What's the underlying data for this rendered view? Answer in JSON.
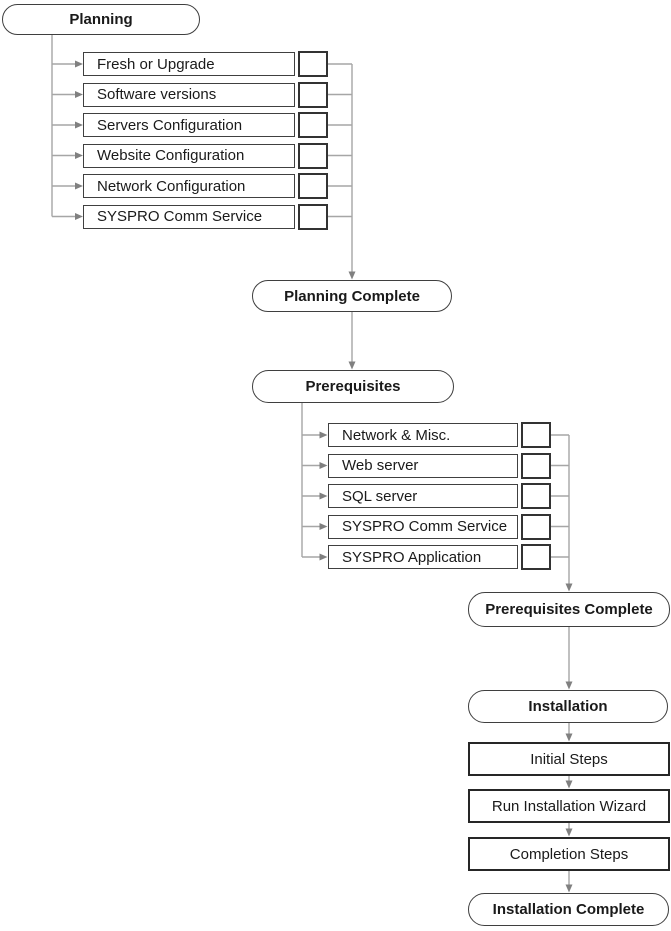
{
  "planning": {
    "label": "Planning",
    "complete_label": "Planning Complete",
    "items": [
      {
        "label": "Fresh or Upgrade"
      },
      {
        "label": "Software versions"
      },
      {
        "label": "Servers Configuration"
      },
      {
        "label": "Website Configuration"
      },
      {
        "label": "Network Configuration"
      },
      {
        "label": "SYSPRO Comm Service"
      }
    ]
  },
  "prerequisites": {
    "label": "Prerequisites",
    "complete_label": "Prerequisites Complete",
    "items": [
      {
        "label": "Network & Misc."
      },
      {
        "label": "Web server"
      },
      {
        "label": "SQL server"
      },
      {
        "label": "SYSPRO Comm Service"
      },
      {
        "label": "SYSPRO Application"
      }
    ]
  },
  "installation": {
    "label": "Installation",
    "complete_label": "Installation Complete",
    "steps": [
      {
        "label": "Initial Steps"
      },
      {
        "label": "Run Installation Wizard"
      },
      {
        "label": "Completion Steps"
      }
    ]
  },
  "colors": {
    "connector_line": "#a6a6a6",
    "arrowhead": "#808080",
    "checklist_box_border": "#404040",
    "checkbox_border": "#333333",
    "stadium_border": "#3f3f3f",
    "step_box_border": "#262626",
    "text": "#1a1a1a",
    "background": "#ffffff"
  }
}
